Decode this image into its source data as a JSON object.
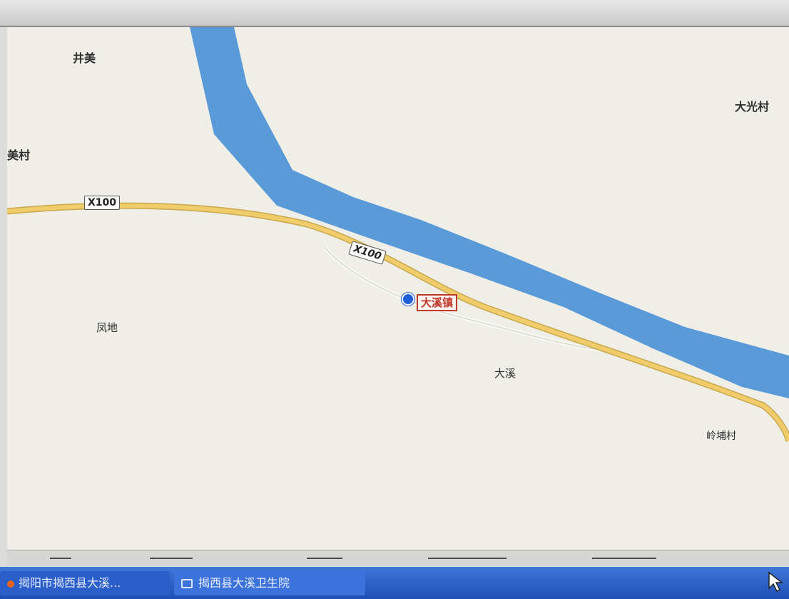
{
  "map": {
    "places": [
      {
        "id": "jingmei",
        "label": "井美"
      },
      {
        "id": "meicun",
        "label": "美村"
      },
      {
        "id": "daguangcun",
        "label": "大光村"
      },
      {
        "id": "fengdi",
        "label": "凤地"
      },
      {
        "id": "daxi",
        "label": "大溪"
      },
      {
        "id": "lingpucun",
        "label": "岭埔村"
      }
    ],
    "roads": [
      {
        "id": "x100-west",
        "label": "X100"
      },
      {
        "id": "x100-center",
        "label": "X100"
      }
    ],
    "marker": {
      "label": "大溪镇",
      "icon": "location-pin-icon"
    },
    "colors": {
      "river": "#5b9ad8",
      "road": "#f0cd6a",
      "background": "#efefe8",
      "marker": "#c0392b"
    }
  },
  "taskbar": {
    "items": [
      {
        "label": "揭阳市揭西县大溪...",
        "icon": "browser-icon"
      },
      {
        "label": "揭西县大溪卫生院",
        "icon": "window-icon"
      }
    ]
  }
}
